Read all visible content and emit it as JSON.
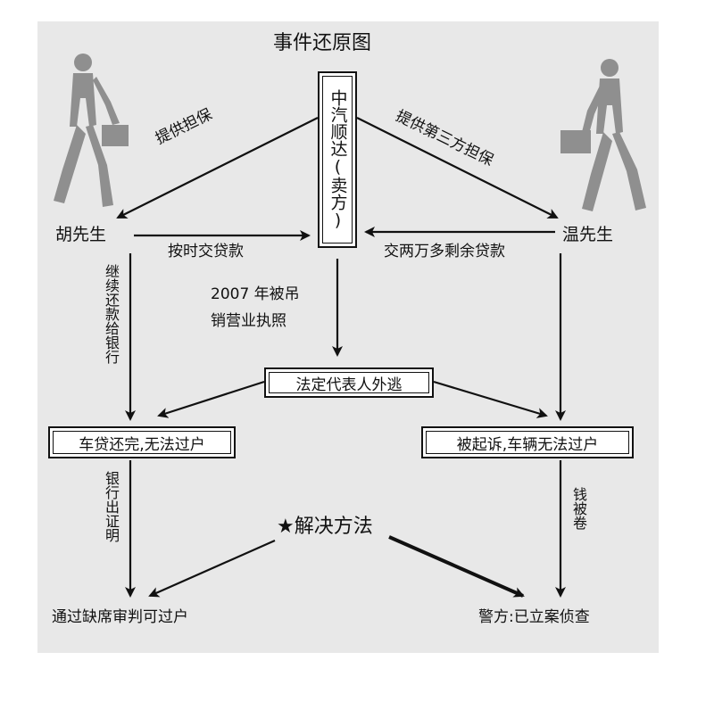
{
  "title": "事件还原图",
  "nodes": {
    "seller": "中汽顺达(卖方)",
    "hu": "胡先生",
    "wen": "温先生",
    "legal_rep": "法定代表人外逃",
    "car_loan_done": "车贷还完,无法过户",
    "sued": "被起诉,车辆无法过户",
    "default_judgment": "通过缺席审判可过户",
    "police": "警方:已立案侦查",
    "solution": "★解决方法"
  },
  "edges": {
    "guarantee_hu": "提供担保",
    "guarantee_wen": "提供第三方担保",
    "pay_on_time": "按时交贷款",
    "pay_remaining": "交两万多剩余贷款",
    "license_revoked_1": "2007 年被吊",
    "license_revoked_2": "销营业执照",
    "continue_repay": "继续还款给银行",
    "bank_cert": "银行出证明",
    "money_taken": "钱被卷"
  }
}
